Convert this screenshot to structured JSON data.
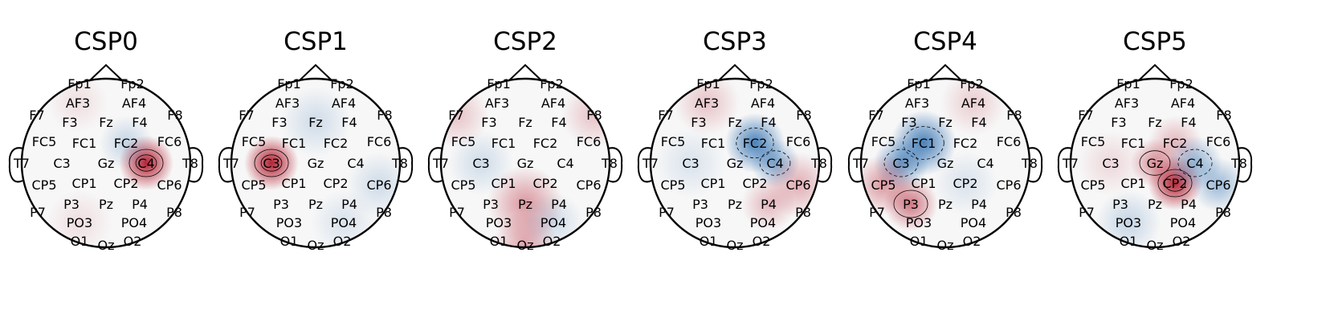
{
  "maps": [
    {
      "title": "CSP0",
      "blobs": [
        {
          "electrode": "C4",
          "sign": "pos",
          "strength": 1.0,
          "size": 1.0
        },
        {
          "electrode": "FC2",
          "sign": "neg",
          "strength": 0.25,
          "size": 1.0
        },
        {
          "electrode": "AF3",
          "sign": "pos",
          "strength": 0.12,
          "size": 1.1
        },
        {
          "electrode": "PO3",
          "sign": "pos",
          "strength": 0.12,
          "size": 1.2
        }
      ]
    },
    {
      "title": "CSP1",
      "blobs": [
        {
          "electrode": "C3",
          "sign": "pos",
          "strength": 1.0,
          "size": 1.0
        },
        {
          "electrode": "Fz",
          "sign": "neg",
          "strength": 0.2,
          "size": 1.3
        },
        {
          "electrode": "CP6",
          "sign": "neg",
          "strength": 0.2,
          "size": 1.2
        },
        {
          "electrode": "PO4",
          "sign": "neg",
          "strength": 0.15,
          "size": 1.2
        }
      ]
    },
    {
      "title": "CSP2",
      "blobs": [
        {
          "electrode": "Pz",
          "sign": "pos",
          "strength": 0.45,
          "size": 1.4
        },
        {
          "electrode": "Oz",
          "sign": "pos",
          "strength": 0.4,
          "size": 1.2
        },
        {
          "electrode": "F7",
          "sign": "pos",
          "strength": 0.25,
          "size": 1.2
        },
        {
          "electrode": "F8",
          "sign": "pos",
          "strength": 0.25,
          "size": 1.2
        },
        {
          "electrode": "C3",
          "sign": "neg",
          "strength": 0.2,
          "size": 1.2
        },
        {
          "electrode": "PO4",
          "sign": "neg",
          "strength": 0.2,
          "size": 1.1
        }
      ]
    },
    {
      "title": "CSP3",
      "blobs": [
        {
          "electrode": "FC2",
          "sign": "neg",
          "strength": 0.85,
          "size": 1.1
        },
        {
          "electrode": "C4",
          "sign": "neg",
          "strength": 0.6,
          "size": 0.9
        },
        {
          "electrode": "CP6",
          "sign": "pos",
          "strength": 0.35,
          "size": 1.2
        },
        {
          "electrode": "AF3",
          "sign": "pos",
          "strength": 0.25,
          "size": 1.2
        },
        {
          "electrode": "P4",
          "sign": "pos",
          "strength": 0.3,
          "size": 1.0
        },
        {
          "electrode": "C3",
          "sign": "neg",
          "strength": 0.15,
          "size": 1.3
        }
      ]
    },
    {
      "title": "CSP4",
      "blobs": [
        {
          "electrode": "FC1",
          "sign": "neg",
          "strength": 0.85,
          "size": 1.2
        },
        {
          "electrode": "C3",
          "sign": "neg",
          "strength": 0.7,
          "size": 1.0
        },
        {
          "electrode": "P3",
          "sign": "pos",
          "strength": 0.6,
          "size": 1.0
        },
        {
          "electrode": "CP5",
          "sign": "pos",
          "strength": 0.45,
          "size": 1.1
        },
        {
          "electrode": "AF4",
          "sign": "pos",
          "strength": 0.2,
          "size": 1.2
        },
        {
          "electrode": "CP2",
          "sign": "neg",
          "strength": 0.15,
          "size": 1.2
        }
      ]
    },
    {
      "title": "CSP5",
      "blobs": [
        {
          "electrode": "CP2",
          "sign": "pos",
          "strength": 1.0,
          "size": 1.0
        },
        {
          "electrode": "Gz",
          "sign": "pos",
          "strength": 0.5,
          "size": 0.9
        },
        {
          "electrode": "FC2",
          "sign": "pos",
          "strength": 0.3,
          "size": 1.0
        },
        {
          "electrode": "C4",
          "sign": "neg",
          "strength": 0.5,
          "size": 1.0
        },
        {
          "electrode": "CP6",
          "sign": "neg",
          "strength": 0.45,
          "size": 1.0
        },
        {
          "electrode": "PO3",
          "sign": "neg",
          "strength": 0.25,
          "size": 1.2
        },
        {
          "electrode": "C3",
          "sign": "pos",
          "strength": 0.15,
          "size": 1.2
        }
      ]
    }
  ],
  "electrodes": [
    "Fp1",
    "Fp2",
    "AF3",
    "AF4",
    "F7",
    "F8",
    "F3",
    "Fz",
    "F4",
    "FC5",
    "FC6",
    "FC1",
    "FC2",
    "T7",
    "T8",
    "C3",
    "Gz",
    "C4",
    "CP5",
    "CP6",
    "CP1",
    "CP2",
    "P3",
    "Pz",
    "P4",
    "P7",
    "P8",
    "PO3",
    "PO4",
    "O1",
    "Oz",
    "O2"
  ],
  "colors": {
    "positive": "#b2182b",
    "negative": "#2166ac",
    "outline": "#000000"
  }
}
